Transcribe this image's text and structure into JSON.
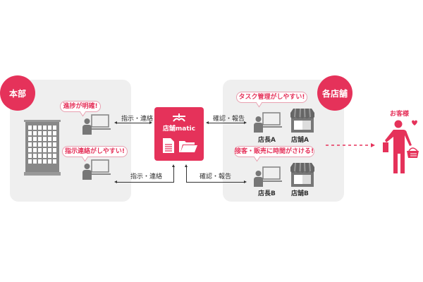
{
  "headquarters": {
    "badge": "本部",
    "bubble_top": "進捗が明確!",
    "bubble_bottom": "指示連絡がしやすい!"
  },
  "arrows": {
    "top_left": "指示・連絡",
    "bottom_left": "指示・連絡",
    "top_right": "確認・報告",
    "bottom_right": "確認・報告"
  },
  "center": {
    "logo_text": "店舗matic"
  },
  "stores": {
    "badge": "各店舗",
    "bubble_top": "タスク管理がしやすい!",
    "bubble_bottom": "接客・販売に時間がさける!",
    "manager_a": "店長A",
    "store_a": "店舗A",
    "manager_b": "店長B",
    "store_b": "店舗B"
  },
  "customer": {
    "label": "お客様"
  },
  "colors": {
    "accent": "#e5325a",
    "panel": "#efefef",
    "icon": "#777777"
  }
}
